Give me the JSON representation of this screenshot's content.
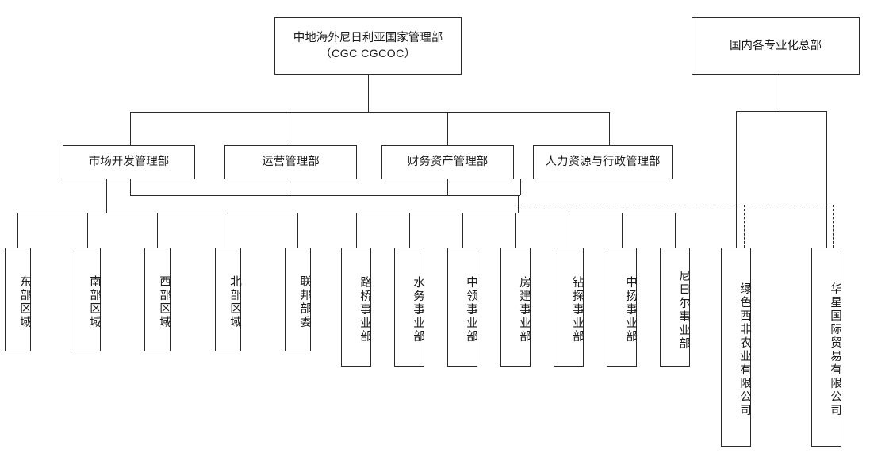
{
  "diagram": {
    "title_root_left": "中地海外尼日利亚国家管理部",
    "root_left_sub": "（CGC  CGCOC）",
    "root_right": "国内各专业化总部",
    "departments": [
      {
        "label": "市场开发管理部"
      },
      {
        "label": "运营管理部"
      },
      {
        "label": "财务资产管理部"
      },
      {
        "label": "人力资源与行政管理部"
      }
    ],
    "regions": [
      {
        "label": "东部区域"
      },
      {
        "label": "南部区域"
      },
      {
        "label": "西部区域"
      },
      {
        "label": "北部区域"
      },
      {
        "label": "联邦部委"
      }
    ],
    "business_units": [
      {
        "label": "路桥事业部"
      },
      {
        "label": "水务事业部"
      },
      {
        "label": "中领事业部"
      },
      {
        "label": "房建事业部"
      },
      {
        "label": "钻探事业部"
      },
      {
        "label": "中扬事业部"
      },
      {
        "label": "尼日尔事业部"
      }
    ],
    "companies": [
      {
        "label": "绿色西非农业有限公司"
      },
      {
        "label": "华星国际贸易有限公司"
      }
    ],
    "colors": {
      "line": "#2b2b2b",
      "text": "#1a1a1a",
      "background": "#ffffff"
    }
  }
}
